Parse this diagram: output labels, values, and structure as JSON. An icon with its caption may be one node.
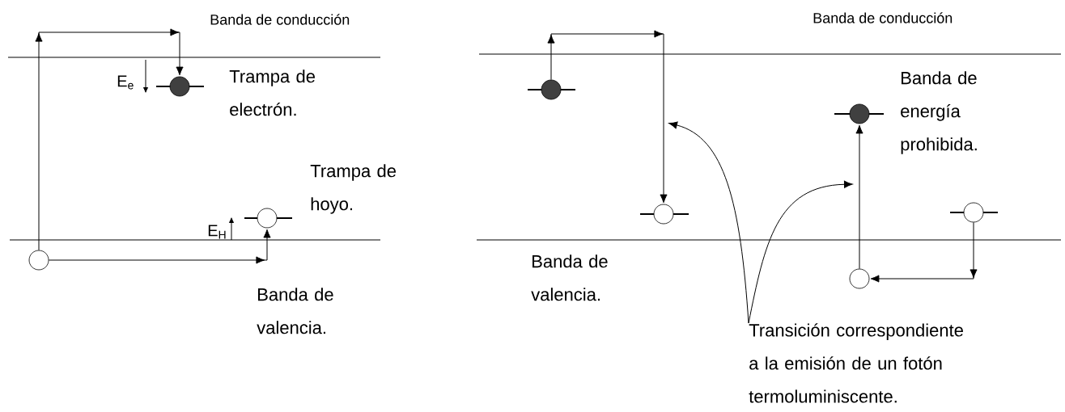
{
  "diagram": {
    "nodes": [
      {
        "text": [],
        "shape": "circle"
      },
      {
        "text": [],
        "shape": "circle",
        "beside": [
          "Trampa de electrón."
        ]
      },
      {
        "text": [],
        "shape": "circle",
        "beside": [
          "Trampa de hoyo."
        ]
      },
      {
        "text": [],
        "shape": "circle"
      },
      {
        "text": [],
        "shape": "circle"
      },
      {
        "text": [],
        "shape": "circle"
      },
      {
        "text": [],
        "shape": "circle"
      },
      {
        "text": [],
        "shape": "circle"
      },
      {
        "text": [
          "Transición correspondiente a la emisión de un fotón termoluminiscente."
        ]
      }
    ],
    "edges": [
      {
        "from": 0,
        "to": 1,
        "arrow": "to"
      },
      {
        "from": 0,
        "to": 2,
        "arrow": "to"
      },
      {
        "from": 3,
        "to": 4,
        "arrow": "to"
      },
      {
        "from": 7,
        "to": 5,
        "arrow": "to"
      },
      {
        "from": 6,
        "to": 7,
        "arrow": "to"
      },
      {
        "from": 8,
        "to": null,
        "arrow": "to"
      },
      {
        "from": 8,
        "to": null,
        "arrow": "to"
      }
    ],
    "labels": [
      "Banda de conducción",
      "E$_{e}$",
      "E$_{H}$",
      "Banda de valencia.",
      "Banda de conducción",
      "Banda de energía prohibida.",
      "Banda de valencia."
    ]
  }
}
